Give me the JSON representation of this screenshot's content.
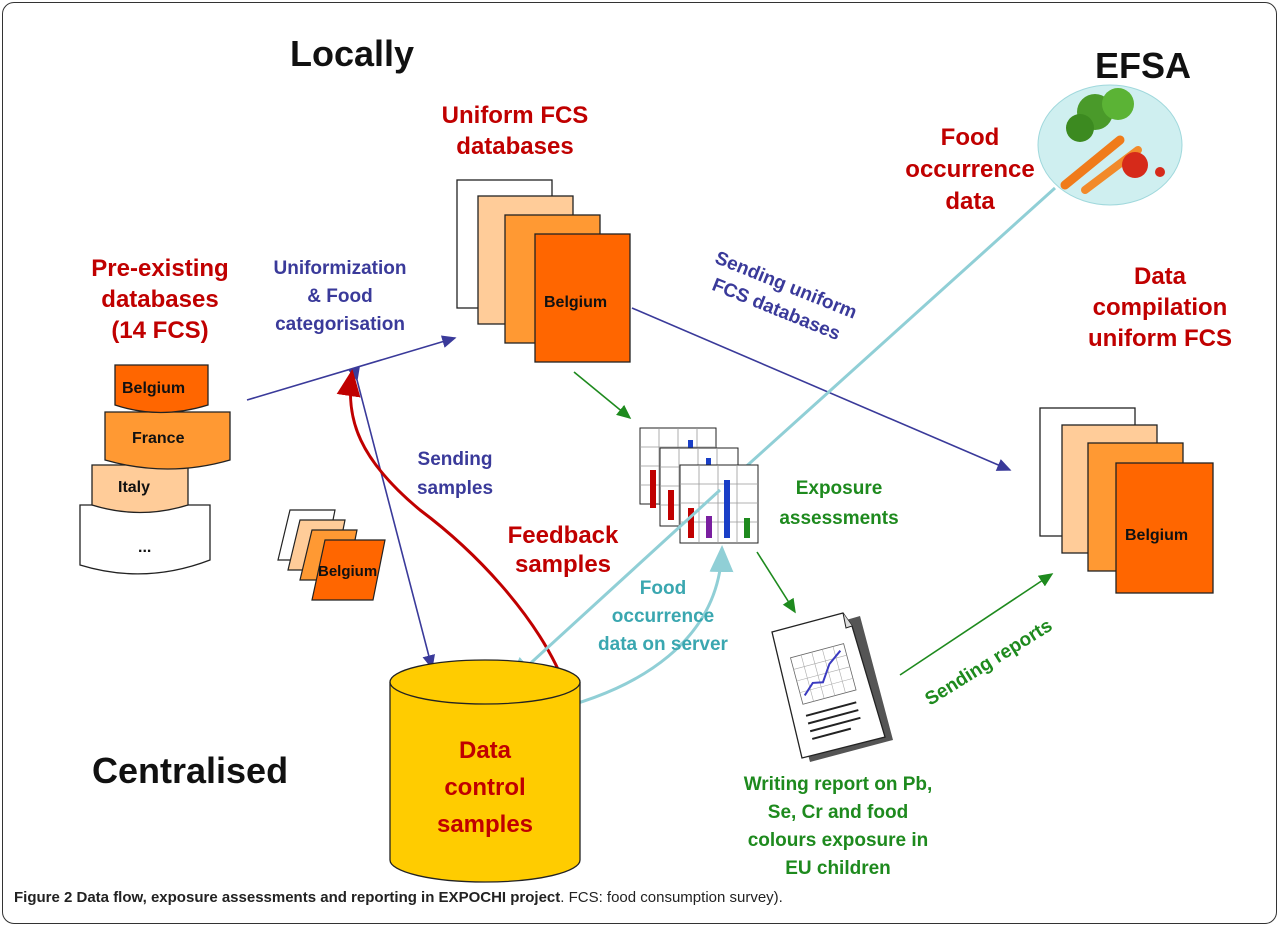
{
  "regions": {
    "locally": "Locally",
    "efsa": "EFSA",
    "centralised": "Centralised"
  },
  "pre_existing": {
    "title_lines": [
      "Pre-existing",
      "databases",
      "(14 FCS)"
    ],
    "pages": [
      "Belgium",
      "France",
      "Italy",
      "..."
    ]
  },
  "uniformization": {
    "lines": [
      "Uniformization",
      "& Food",
      "categorisation"
    ]
  },
  "uniform_fcs": {
    "title_lines": [
      "Uniform FCS",
      "databases"
    ],
    "front_label": "Belgium"
  },
  "food_occurrence": {
    "lines": [
      "Food",
      "occurrence",
      "data"
    ]
  },
  "sending_uniform": {
    "lines": [
      "Sending uniform",
      "FCS databases"
    ]
  },
  "data_compilation": {
    "title_lines": [
      "Data",
      "compilation",
      "uniform FCS"
    ],
    "front_label": "Belgium"
  },
  "sending_samples": {
    "lines": [
      "Sending",
      "samples"
    ]
  },
  "samples_stack": {
    "front_label": "Belgium"
  },
  "feedback_samples": {
    "lines": [
      "Feedback",
      "samples"
    ]
  },
  "exposure": {
    "lines": [
      "Exposure",
      "assessments"
    ]
  },
  "food_occurrence_server": {
    "lines": [
      "Food",
      "occurrence",
      "data on server"
    ]
  },
  "data_control": {
    "lines": [
      "Data",
      "control",
      "samples"
    ]
  },
  "sending_reports": {
    "label": "Sending reports"
  },
  "writing_report": {
    "lines": [
      "Writing report on Pb,",
      "Se, Cr and food",
      "colours exposure in",
      "EU children"
    ]
  },
  "caption": {
    "bold": "Figure 2 Data flow, exposure assessments and reporting in EXPOCHI project",
    "rest": ". FCS: food consumption survey)."
  },
  "colors": {
    "red_text": "#c00000",
    "blue_text": "#3a3a9a",
    "green_text": "#1e8a1e",
    "cyan_text": "#3aa7b0",
    "dark_orange": "#ff6600",
    "mid_orange": "#ff9933",
    "light_orange": "#ffcc99",
    "cylinder": "#ffcc00"
  }
}
